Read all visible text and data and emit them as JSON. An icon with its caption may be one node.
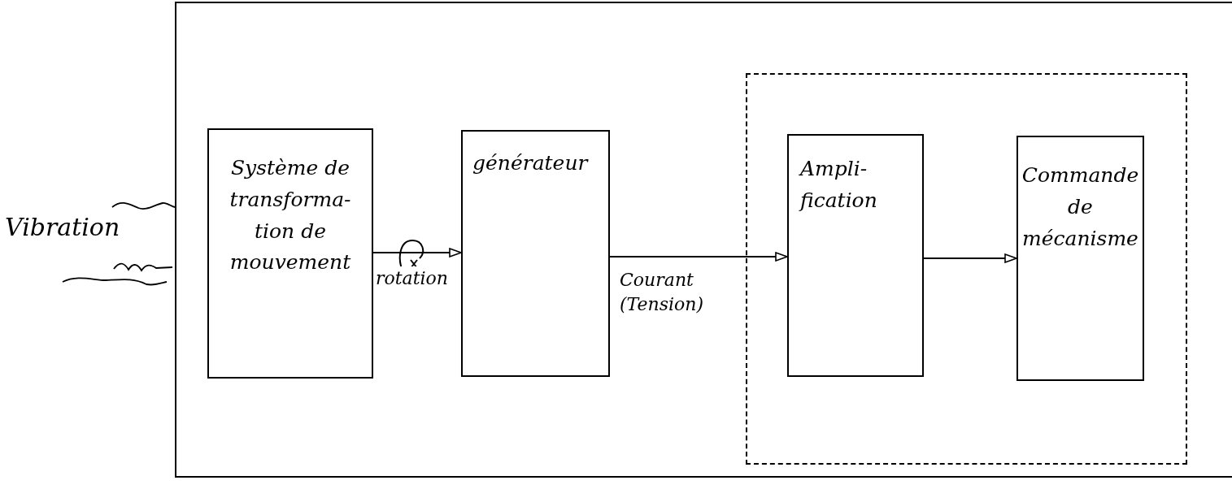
{
  "diagram": {
    "nodes": [
      {
        "text": [],
        "shape": "box"
      },
      {
        "text": [
          "Système de transforma- tion de mouvement"
        ],
        "in": 0
      },
      {
        "text": [
          "générateur"
        ],
        "in": 0
      },
      {
        "text": [],
        "shape": "box",
        "in": 0
      },
      {
        "text": [
          "Ampli- fication"
        ],
        "in": 3
      },
      {
        "text": [
          "Commande de mécanisme"
        ],
        "in": 3
      }
    ],
    "edges": [
      {
        "from": 1,
        "to": 2,
        "arrow": "to",
        "label": "rotation"
      },
      {
        "from": 2,
        "to": 4,
        "arrow": "to",
        "label": "Courant (Tension)"
      },
      {
        "from": 4,
        "to": 5,
        "arrow": "to"
      }
    ],
    "labels": [
      "Vibration"
    ]
  }
}
